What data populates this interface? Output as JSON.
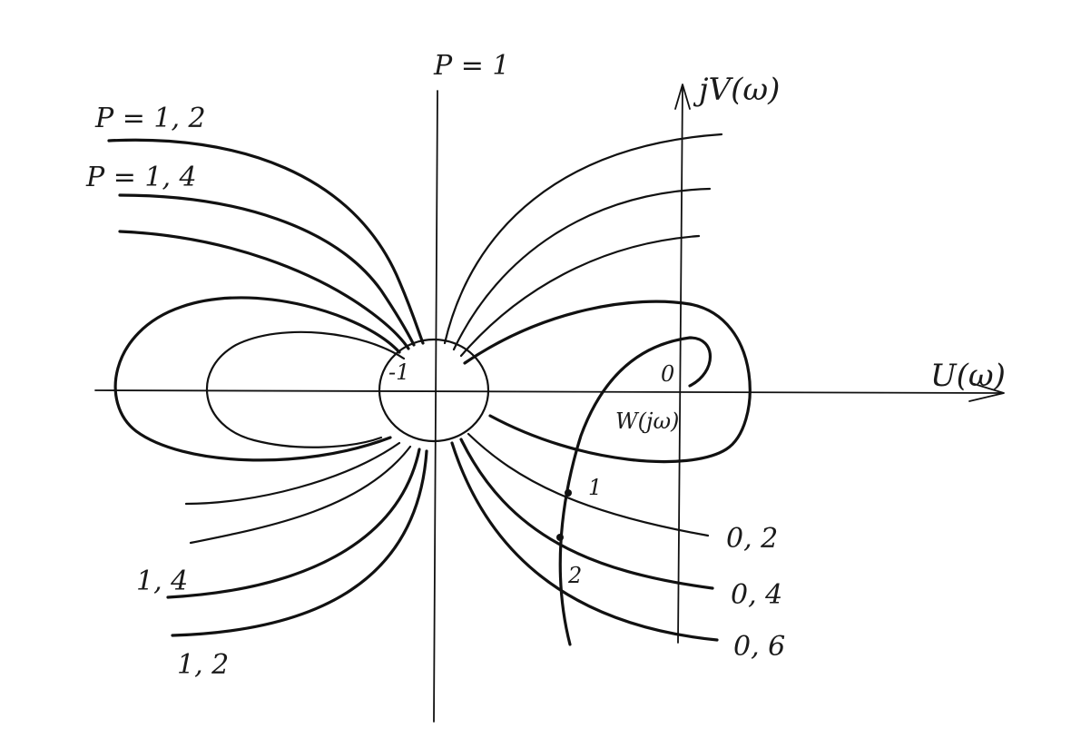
{
  "axes": {
    "real_label": "U(ω)",
    "imag_label": "jV(ω)"
  },
  "critical_point": {
    "label": "-1"
  },
  "m_circles": {
    "unit_label": "P = 1",
    "left_top_labels": [
      "P = 1, 2",
      "P = 1, 4"
    ],
    "left_bottom_labels": [
      "1, 4",
      "1, 2"
    ],
    "right_labels": [
      "0, 2",
      "0, 4",
      "0, 6"
    ]
  },
  "nyquist_curve": {
    "label": "W(jω)",
    "frequency_marks": [
      "0",
      "1",
      "2"
    ]
  }
}
